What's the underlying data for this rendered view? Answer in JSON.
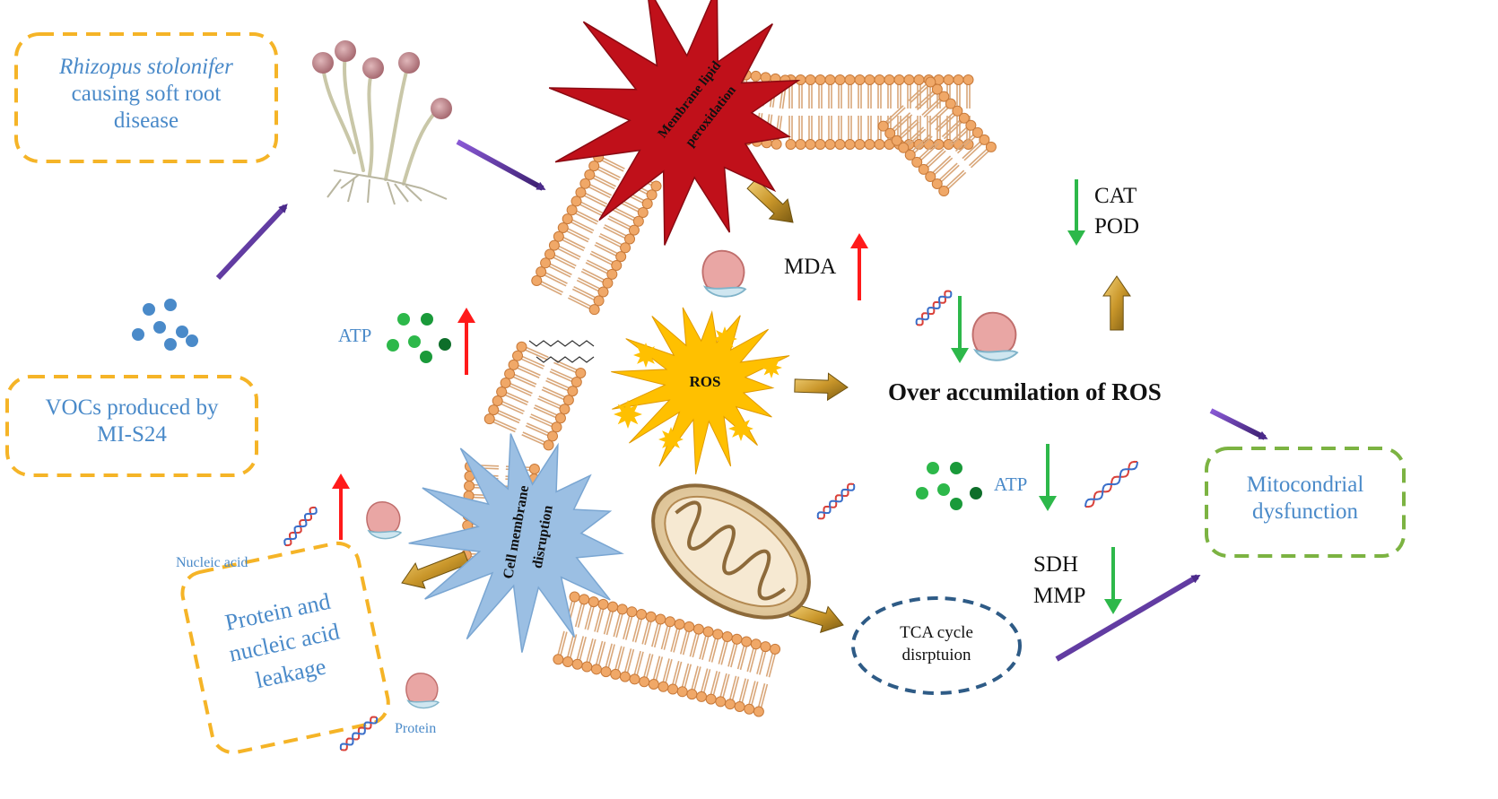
{
  "boxes": {
    "rhizopus_species": "Rhizopus stolonifer",
    "rhizopus_rest_1": "causing soft root",
    "rhizopus_rest_2": "disease",
    "vocs_1": "VOCs produced by",
    "vocs_2": "MI-S24",
    "leakage_1": "Protein and",
    "leakage_2": "nucleic acid",
    "leakage_3": "leakage",
    "mito_1": "Mitocondrial",
    "mito_2": "dysfunction",
    "tca_1": "TCA cycle",
    "tca_2": "disrptuion"
  },
  "bursts": {
    "lipid_1": "Membrane lipid",
    "lipid_2": "peroxidation",
    "ros": "ROS",
    "membrane_1": "Cell membrane",
    "membrane_2": "disruption"
  },
  "labels": {
    "atp_left": "ATP",
    "atp_right": "ATP",
    "mda": "MDA",
    "cat": "CAT",
    "pod": "POD",
    "over_ros": "Over accumilation of ROS",
    "sdh": "SDH",
    "mmp": "MMP",
    "nucleic_acid": "Nucleic acid",
    "protein": "Protein"
  },
  "colors": {
    "box_orange": "#f5b427",
    "box_green": "#7cb342",
    "box_navy": "#2e5b86",
    "text_blue": "#4a8ac9",
    "arrow_purple": "#6a3aa8",
    "arrow_red": "#ff1a1a",
    "arrow_green": "#2db84a",
    "burst_red": "#c0101a",
    "burst_yellow": "#ffc000",
    "burst_blue": "#9bbfe3",
    "membrane_orange": "#f0a868"
  }
}
